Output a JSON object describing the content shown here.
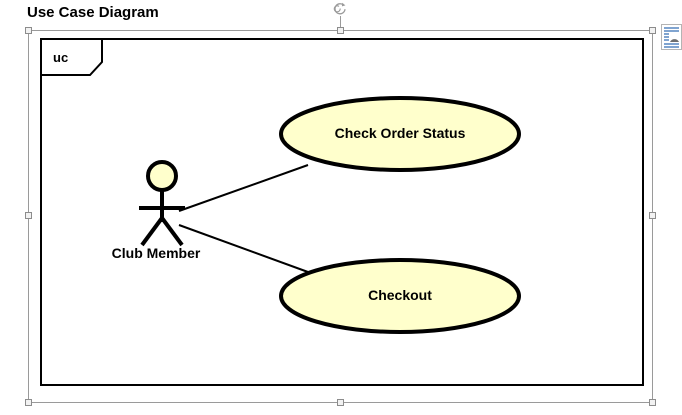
{
  "diagram": {
    "title": "Use Case Diagram",
    "frame_label": "uc",
    "actor": {
      "name": "Club Member",
      "icon": "stick-figure-actor"
    },
    "use_cases": [
      {
        "label": "Check Order Status"
      },
      {
        "label": "Checkout"
      }
    ],
    "associations": [
      {
        "from": "Club Member",
        "to": "Check Order Status"
      },
      {
        "from": "Club Member",
        "to": "Checkout"
      }
    ]
  },
  "selection": {
    "rotation_handle_icon": "rotate-icon",
    "handles": [
      "top-left",
      "top-center",
      "top-right",
      "middle-left",
      "middle-right",
      "bottom-left",
      "bottom-center",
      "bottom-right"
    ]
  },
  "side_panel": {
    "icon": "document-properties-icon"
  },
  "colors": {
    "usecase_fill": "#FFFFCC",
    "actor_head_fill": "#FFFFCC",
    "stroke": "#000000",
    "selection_frame": "#9A9A9A",
    "handle_fill": "#F2F2F2"
  }
}
